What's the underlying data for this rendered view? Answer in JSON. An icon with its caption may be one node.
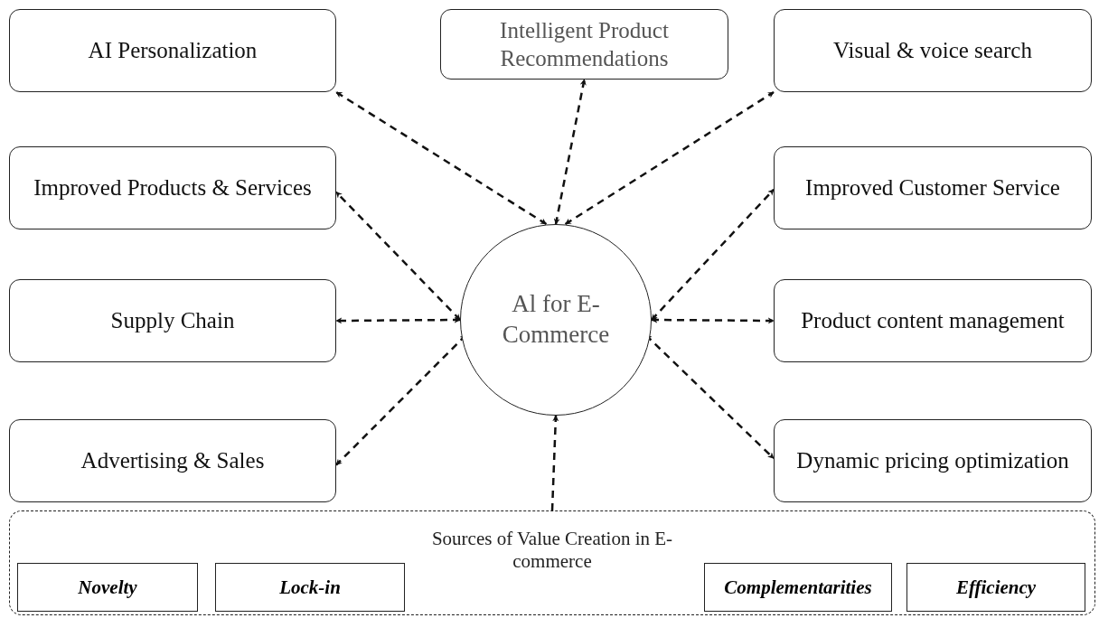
{
  "diagram": {
    "nodes": [
      {
        "text": [
          "AI Personalization"
        ]
      },
      {
        "text": [
          "Intelligent Product Recommendations"
        ]
      },
      {
        "text": [
          "Visual & voice search"
        ]
      },
      {
        "text": [
          "Improved Products & Services"
        ]
      },
      {
        "text": [
          "Improved Customer Service"
        ]
      },
      {
        "text": [
          "Supply Chain"
        ]
      },
      {
        "text": [
          "Al for E-Commerce"
        ]
      },
      {
        "text": [
          "Product content management"
        ]
      },
      {
        "text": [
          "Advertising & Sales"
        ]
      },
      {
        "text": [
          "Dynamic pricing optimization"
        ]
      },
      {
        "text": [
          "Sources of Value Creation in E-commerce"
        ]
      },
      {
        "text": [
          "Novelty"
        ],
        "in": 10
      },
      {
        "text": [
          "Lock-in"
        ],
        "in": 10
      },
      {
        "text": [
          "Complementarities"
        ],
        "in": 10
      },
      {
        "text": [
          "Efficiency"
        ],
        "in": 10
      }
    ],
    "edges": [
      {
        "from": 6,
        "to": 0,
        "arrow": "both",
        "style": "dashed"
      },
      {
        "from": 6,
        "to": 1,
        "arrow": "both",
        "style": "dashed"
      },
      {
        "from": 6,
        "to": 2,
        "arrow": "both",
        "style": "dashed"
      },
      {
        "from": 6,
        "to": 3,
        "arrow": "both",
        "style": "dashed"
      },
      {
        "from": 6,
        "to": 4,
        "arrow": "both",
        "style": "dashed"
      },
      {
        "from": 6,
        "to": 5,
        "arrow": "both",
        "style": "dashed"
      },
      {
        "from": 6,
        "to": 7,
        "arrow": "both",
        "style": "dashed"
      },
      {
        "from": 6,
        "to": 8,
        "arrow": "both",
        "style": "dashed"
      },
      {
        "from": 6,
        "to": 9,
        "arrow": "both",
        "style": "dashed"
      },
      {
        "from": 10,
        "to": 6,
        "arrow": "to",
        "style": "dashed"
      }
    ]
  }
}
